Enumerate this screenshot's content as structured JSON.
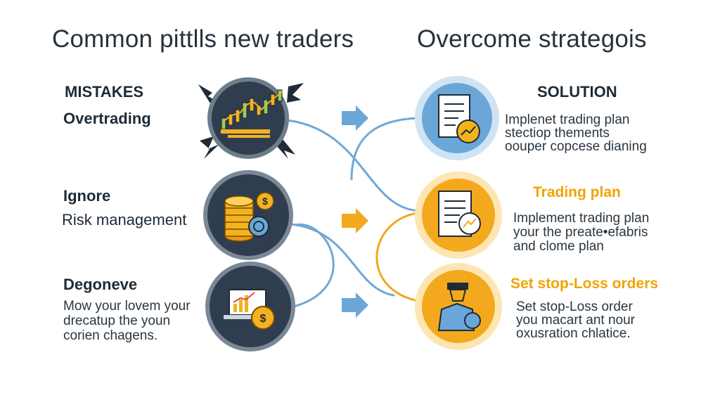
{
  "left_heading": "Common pittlls new traders",
  "right_heading": "Overcome strategois",
  "mistakes": {
    "section_label": "MISTAKES",
    "items": [
      {
        "title": "Overtrading",
        "icon": "candlestick-chart-icon",
        "body": []
      },
      {
        "title": "Ignore",
        "subtitle": "Risk management",
        "icon": "coin-stack-icon",
        "body": []
      },
      {
        "title": "Degoneve",
        "icon": "laptop-chart-dollar-icon",
        "body": [
          "Mow your lovem your",
          "drecatup the youn",
          "corien chagens."
        ]
      }
    ]
  },
  "solutions": {
    "section_label": "SOLUTION",
    "items": [
      {
        "title": "",
        "icon": "checklist-document-icon",
        "body": [
          "Implenet trading plan",
          "stectiop thements",
          "oouper copcese dianing"
        ]
      },
      {
        "title": "Trading plan",
        "icon": "trading-plan-document-icon",
        "body": [
          "Implement trading plan",
          "your the preate•efabris",
          "and clome plan"
        ]
      },
      {
        "title": "Set stop-Loss orders",
        "icon": "trader-person-icon",
        "body": [
          "Set stop-Loss order",
          "you macart ant nour",
          "oxusration chlatice."
        ]
      }
    ]
  },
  "colors": {
    "dark_circle": "#2f3d4f",
    "blue": "#6aa6d8",
    "blue_light": "#cfe3f3",
    "orange": "#f4a81d",
    "orange_light": "#fde6b3",
    "gold": "#f3b21f",
    "line_blue": "#6ea8d6",
    "line_orange": "#f2a81c"
  }
}
